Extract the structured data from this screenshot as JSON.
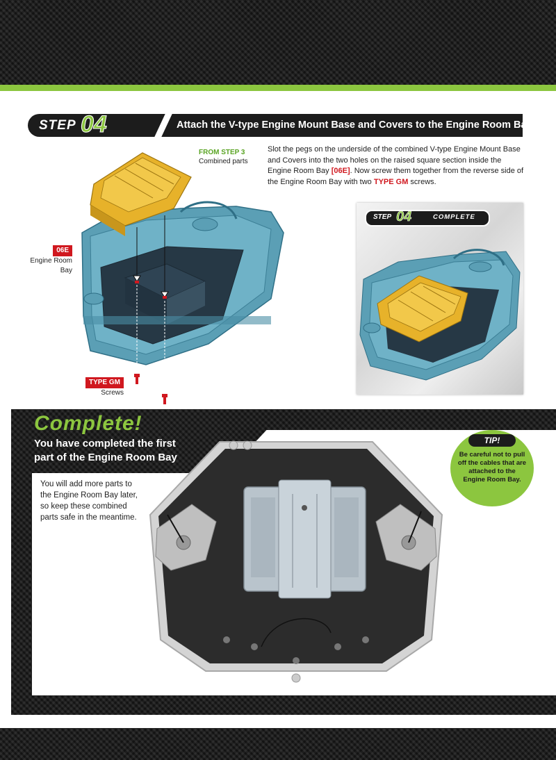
{
  "step": {
    "word": "STEP",
    "number": "04",
    "title": "Attach the V-type Engine Mount Base and Covers to the Engine Room Bay"
  },
  "labels": {
    "from_step": "FROM STEP 3",
    "combined_parts": "Combined parts",
    "part_code": "06E",
    "part_name": "Engine Room Bay",
    "screw_type": "TYPE GM",
    "screw_name": "Screws"
  },
  "instructions": {
    "text_1": "Slot the pegs on the underside of the combined V-type Engine Mount Base and Covers into the two holes on the raised square section inside the Engine Room Bay ",
    "ref_part": "[06E]",
    "text_2": ". Now screw them together from the reverse side of the Engine Room Bay with two ",
    "ref_screw": "TYPE GM",
    "text_3": " screws."
  },
  "complete_badge": {
    "step": "STEP",
    "number": "04",
    "word": "COMPLETE"
  },
  "complete_section": {
    "title": "Complete!",
    "subtitle": "You have completed the first part of the Engine Room Bay",
    "note": "You will add more parts to the Engine Room Bay later, so keep these combined parts safe in the meantime."
  },
  "tip": {
    "title": "TIP!",
    "text": "Be careful not to pull off the cables that are attached to the Engine Room Bay."
  },
  "colors": {
    "accent_green": "#8cc63f",
    "red": "#d0181f",
    "bay_blue": "#5b9fb5",
    "part_yellow": "#e7b22a",
    "dark": "#1c1c1c"
  }
}
